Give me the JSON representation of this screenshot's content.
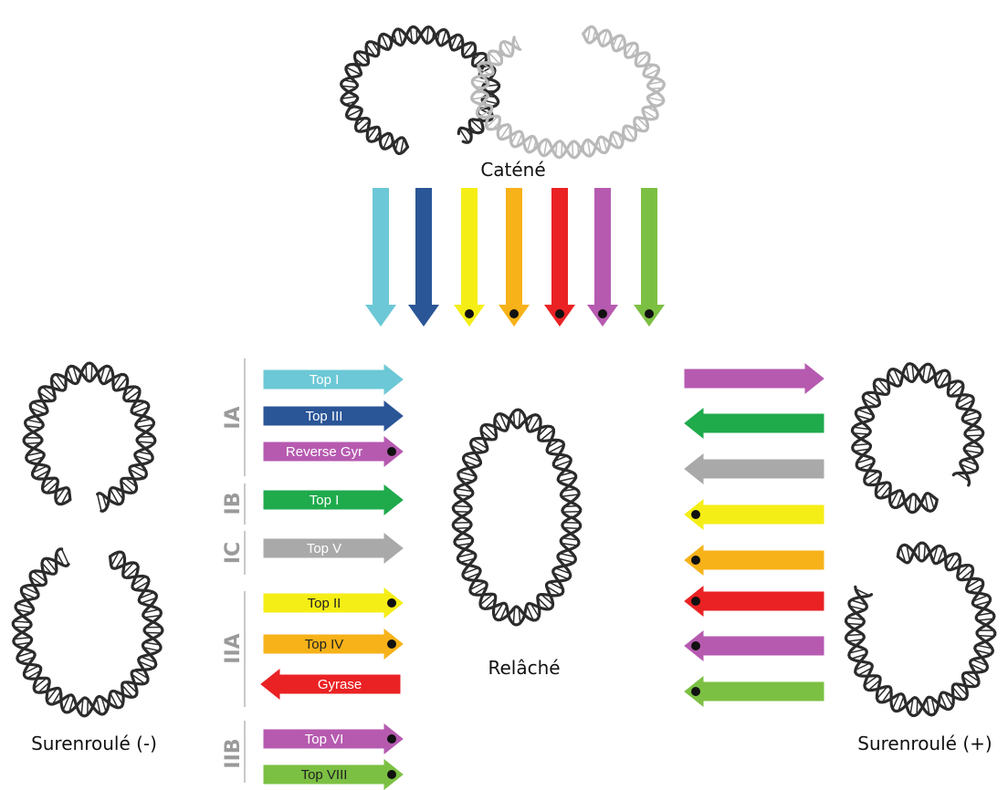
{
  "states": {
    "catenated": "Caténé",
    "relaxed": "Relâché",
    "neg_supercoiled": "Surenroulé (-)",
    "pos_supercoiled": "Surenroulé (+)"
  },
  "classes": [
    "IA",
    "IB",
    "IC",
    "IIA",
    "IIB"
  ],
  "enzymes": [
    {
      "label": "Top I",
      "class": "IA",
      "color": "#6cc8d6",
      "dot": false,
      "text": "#ffffff",
      "direction": "right"
    },
    {
      "label": "Top III",
      "class": "IA",
      "color": "#2a5597",
      "dot": false,
      "text": "#ffffff",
      "direction": "right"
    },
    {
      "label": "Reverse Gyr",
      "class": "IA",
      "color": "#b65ab0",
      "dot": true,
      "text": "#ffffff",
      "direction": "right"
    },
    {
      "label": "Top I",
      "class": "IB",
      "color": "#1faa4c",
      "dot": false,
      "text": "#ffffff",
      "direction": "right"
    },
    {
      "label": "Top V",
      "class": "IC",
      "color": "#a9a9a9",
      "dot": false,
      "text": "#ffffff",
      "direction": "right"
    },
    {
      "label": "Top II",
      "class": "IIA",
      "color": "#f5ee16",
      "dot": true,
      "text": "#222222",
      "direction": "right"
    },
    {
      "label": "Top IV",
      "class": "IIA",
      "color": "#f7b219",
      "dot": true,
      "text": "#222222",
      "direction": "right"
    },
    {
      "label": "Gyrase",
      "class": "IIA",
      "color": "#ea2224",
      "dot": false,
      "text": "#ffffff",
      "direction": "left"
    },
    {
      "label": "Top VI",
      "class": "IIB",
      "color": "#b65ab0",
      "dot": true,
      "text": "#ffffff",
      "direction": "right"
    },
    {
      "label": "Top VIII",
      "class": "IIB",
      "color": "#7cc043",
      "dot": true,
      "text": "#222222",
      "direction": "right"
    }
  ],
  "decatenation_arrows": [
    {
      "color": "#6cc8d6",
      "dot": false
    },
    {
      "color": "#2a5597",
      "dot": false
    },
    {
      "color": "#f5ee16",
      "dot": true
    },
    {
      "color": "#f7b219",
      "dot": true
    },
    {
      "color": "#ea2224",
      "dot": true
    },
    {
      "color": "#b65ab0",
      "dot": true
    },
    {
      "color": "#7cc043",
      "dot": true
    }
  ],
  "positive_relax_arrows": [
    {
      "color": "#b65ab0",
      "dot": false,
      "direction": "right"
    },
    {
      "color": "#1faa4c",
      "dot": false,
      "direction": "left"
    },
    {
      "color": "#a9a9a9",
      "dot": false,
      "direction": "left"
    },
    {
      "color": "#f5ee16",
      "dot": true,
      "direction": "left"
    },
    {
      "color": "#f7b219",
      "dot": true,
      "direction": "left"
    },
    {
      "color": "#ea2224",
      "dot": true,
      "direction": "left"
    },
    {
      "color": "#b65ab0",
      "dot": true,
      "direction": "left"
    },
    {
      "color": "#7cc043",
      "dot": true,
      "direction": "left"
    }
  ]
}
